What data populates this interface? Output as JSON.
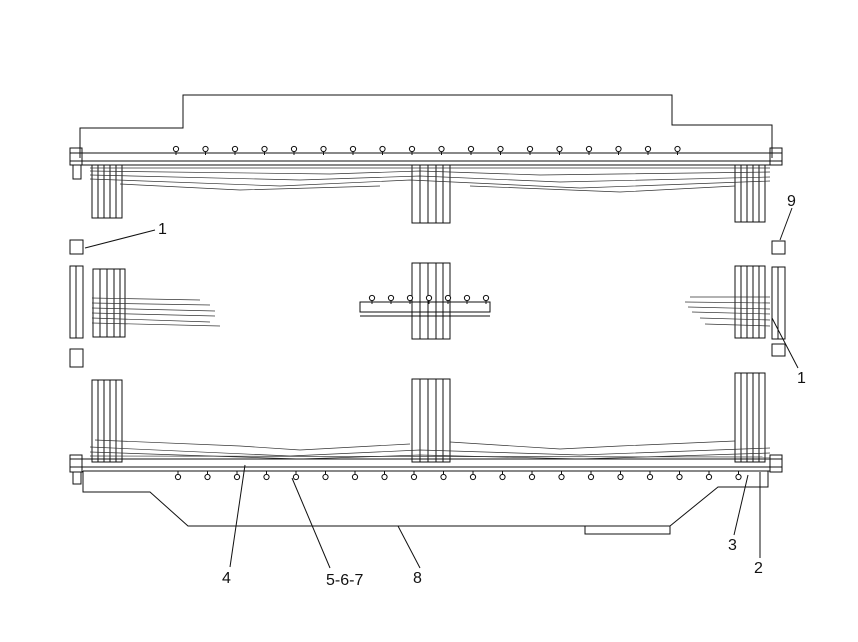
{
  "callouts": {
    "c1a": "1",
    "c9": "9",
    "c1b": "1",
    "c4": "4",
    "c567": "5-6-7",
    "c8": "8",
    "c3": "3",
    "c2": "2"
  },
  "colors": {
    "ink": "#111111",
    "paper": "#ffffff",
    "hatch": "#333333"
  }
}
